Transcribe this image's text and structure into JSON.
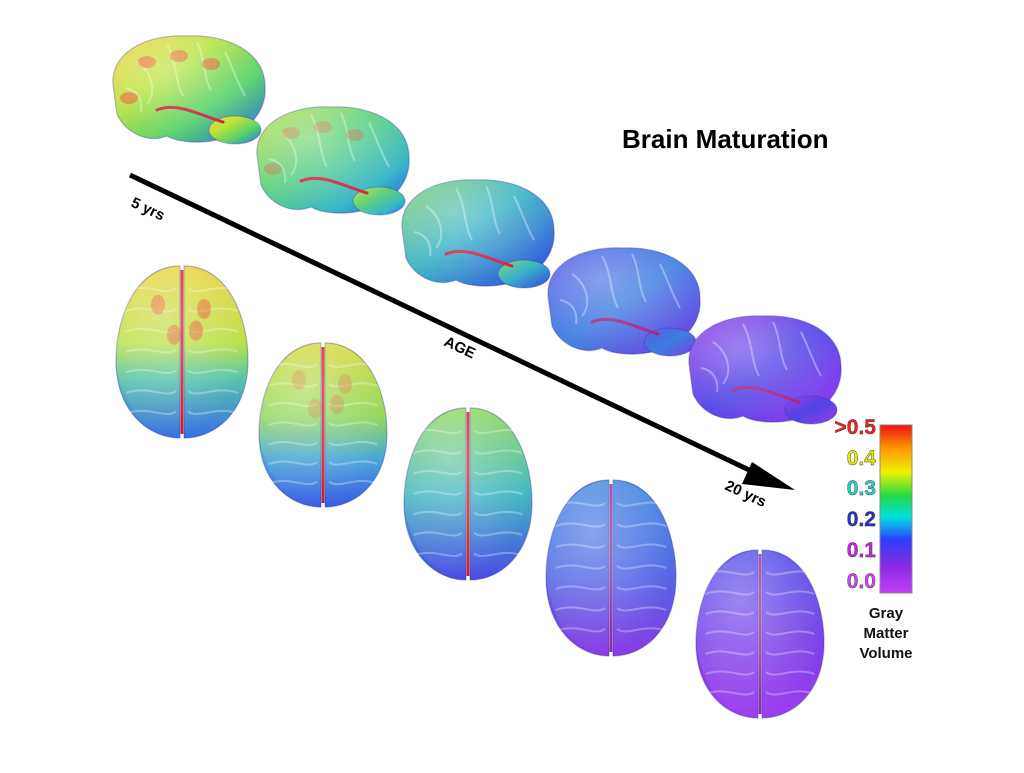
{
  "title": "Brain Maturation",
  "axis": {
    "label": "AGE",
    "start_label": "5 yrs",
    "end_label": "20 yrs"
  },
  "legend": {
    "label_lines": [
      "Gray",
      "Matter",
      "Volume"
    ],
    "ticks": [
      {
        "text": ">0.5",
        "color": "#ee2222"
      },
      {
        "text": "0.4",
        "color": "#e6e600"
      },
      {
        "text": "0.3",
        "color": "#22d2d2"
      },
      {
        "text": "0.2",
        "color": "#2233cc"
      },
      {
        "text": "0.1",
        "color": "#cc22dd"
      },
      {
        "text": "0.0",
        "color": "#cc44ee"
      }
    ],
    "colors": [
      "#ee1111",
      "#ff9900",
      "#f0f000",
      "#22dd44",
      "#00e0e0",
      "#2a40ff",
      "#8a2ae0",
      "#c53cff"
    ]
  },
  "brains": {
    "count_per_row": 5,
    "rows": [
      "lateral-view",
      "top-view"
    ]
  }
}
